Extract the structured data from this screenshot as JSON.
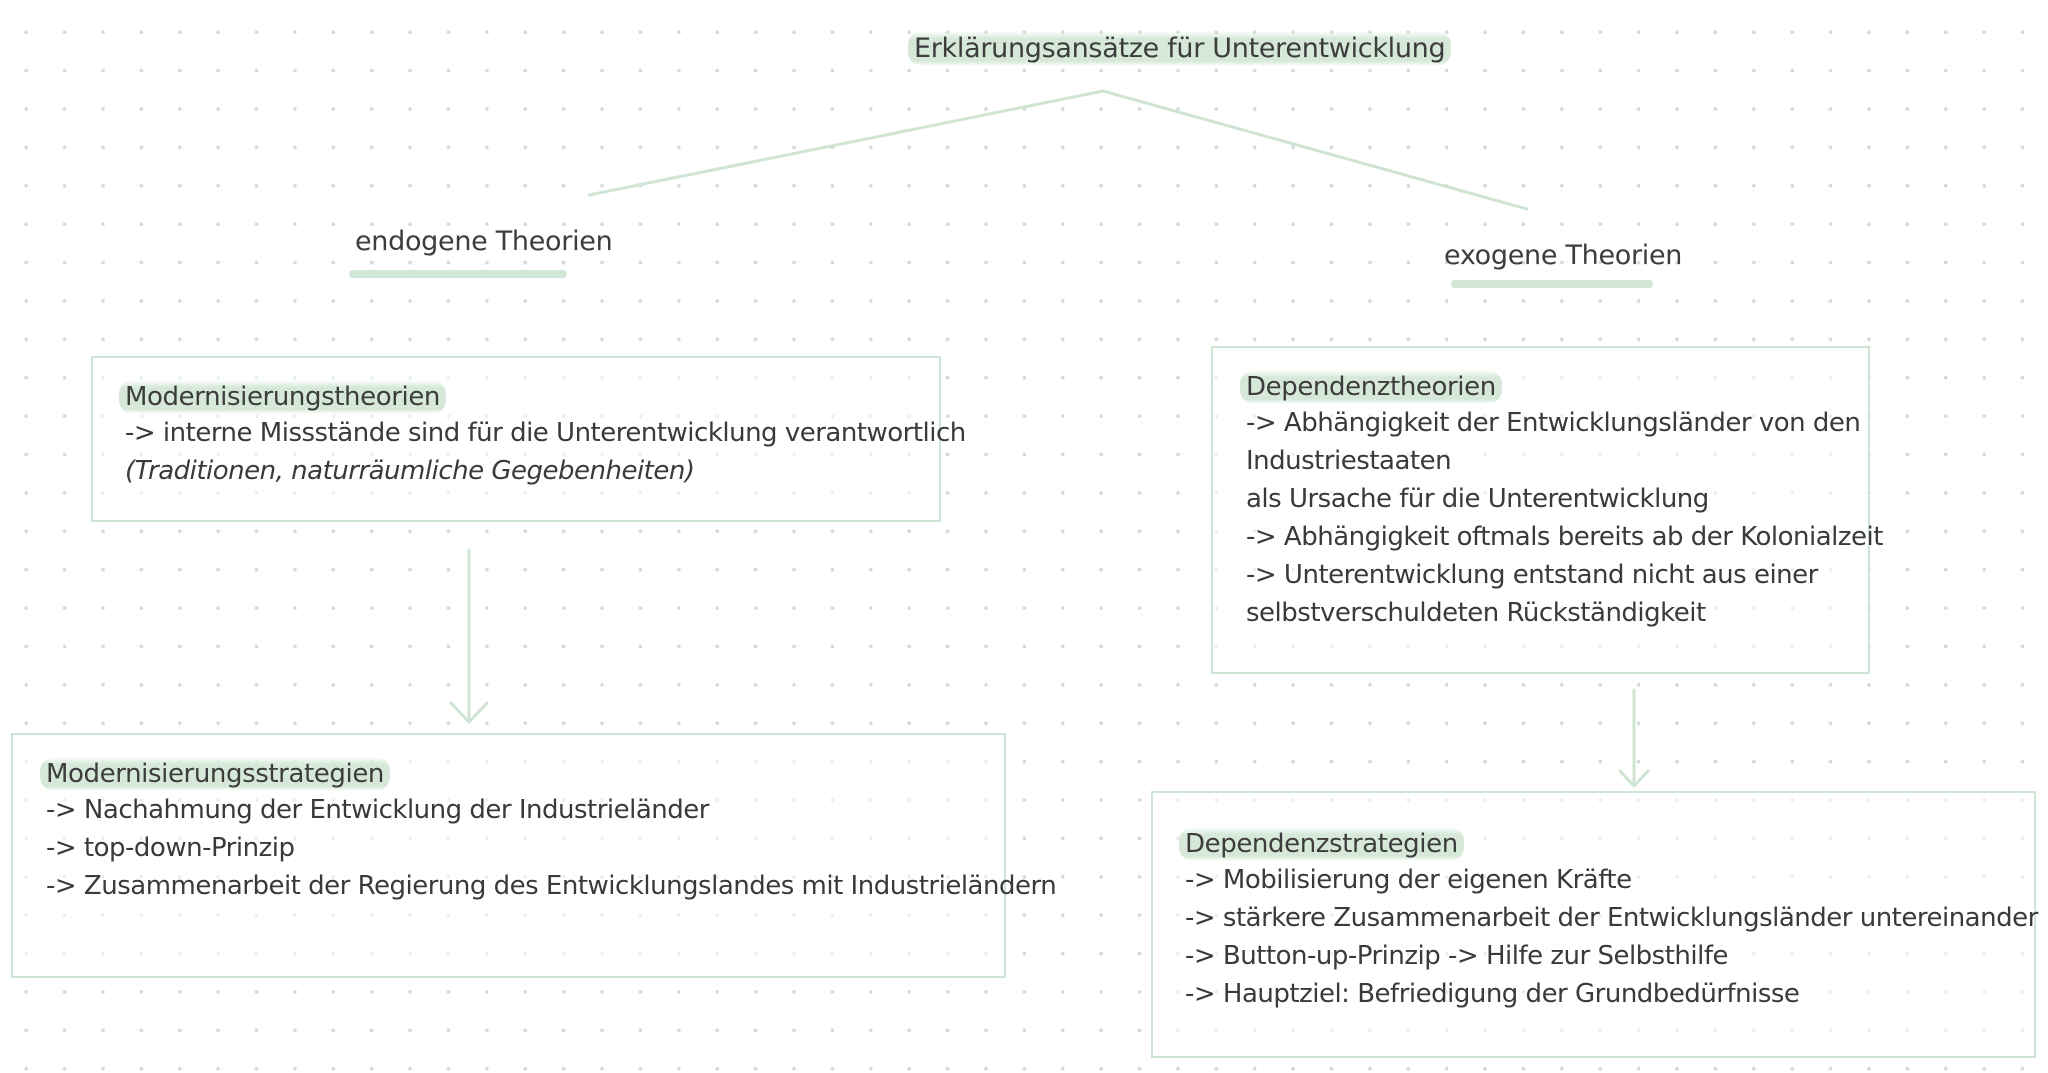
{
  "title": "Erklärungsansätze für Unterentwicklung",
  "branches": {
    "left": "endogene Theorien",
    "right": "exogene Theorien"
  },
  "boxes": {
    "modernisierungstheorien": {
      "heading": "Modernisierungstheorien",
      "lines": [
        "-> interne Missstände sind für die Unterentwicklung verantwortlich",
        "(Traditionen, naturräumliche Gegebenheiten)"
      ]
    },
    "modernisierungsstrategien": {
      "heading": "Modernisierungsstrategien",
      "lines": [
        "-> Nachahmung der Entwicklung der Industrieländer",
        "-> top-down-Prinzip",
        "-> Zusammenarbeit der Regierung des Entwicklungslandes mit Industrieländern"
      ]
    },
    "dependenztheorien": {
      "heading": "Dependenztheorien",
      "lines": [
        "-> Abhängigkeit der Entwicklungsländer von den",
        "Industriestaaten",
        "als Ursache für die Unterentwicklung",
        "-> Abhängigkeit oftmals bereits ab der Kolonialzeit",
        "-> Unterentwicklung entstand nicht aus einer",
        "selbstverschuldeten Rückständigkeit"
      ]
    },
    "dependenzstrategien": {
      "heading": "Dependenzstrategien",
      "lines": [
        "-> Mobilisierung der eigenen Kräfte",
        "-> stärkere Zusammenarbeit der Entwicklungsländer untereinander",
        "-> Button-up-Prinzip -> Hilfe zur Selbsthilfe",
        "-> Hauptziel: Befriedigung der Grundbedürfnisse"
      ]
    }
  },
  "colors": {
    "accent": "#cfe5d3",
    "highlight": "#d6e9d9",
    "text": "#3a3a3a",
    "dots": "#d4dad6"
  }
}
